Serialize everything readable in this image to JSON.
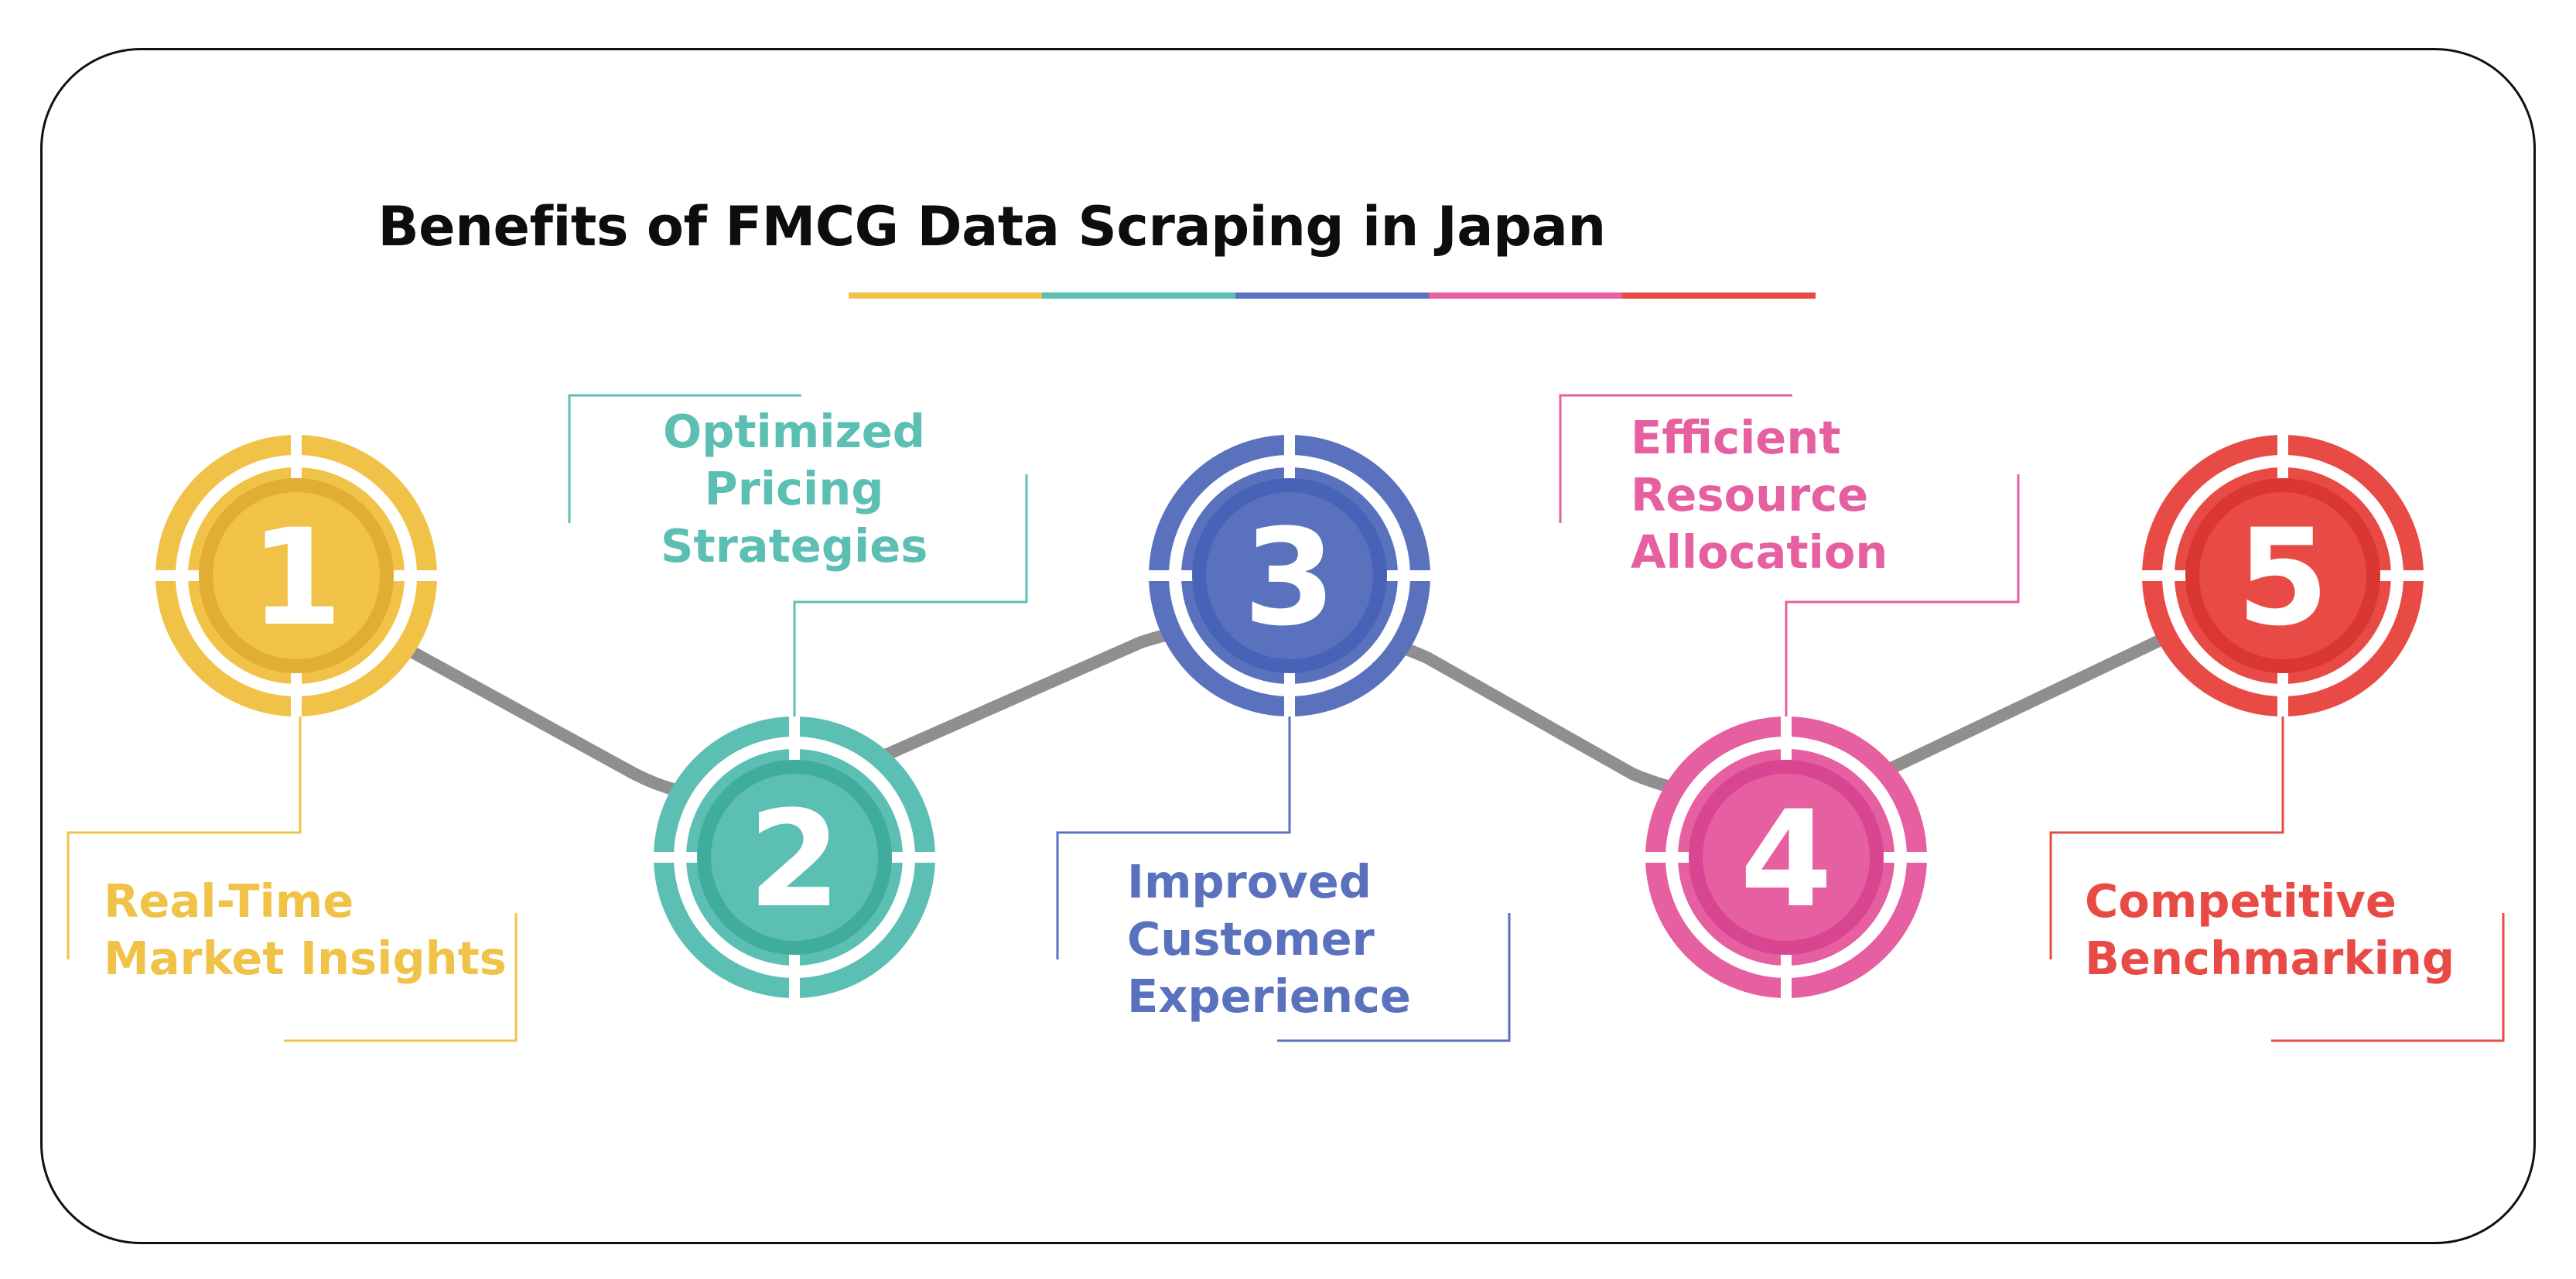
{
  "title": "Benefits of FMCG Data Scraping in Japan",
  "underline_colors": [
    "#f0c348",
    "#5cbfb3",
    "#5a72bd",
    "#e65fa0",
    "#e84b45"
  ],
  "connector_color": "#8f8f8f",
  "steps": [
    {
      "number": "1",
      "lines": [
        "Real-Time",
        "Market Insights"
      ],
      "color": "#f0c348",
      "inner_color": "#e1ad32"
    },
    {
      "number": "2",
      "lines": [
        "Optimized",
        "Pricing",
        "Strategies"
      ],
      "color": "#5cbfb3",
      "inner_color": "#3fac9e"
    },
    {
      "number": "3",
      "lines": [
        "Improved",
        "Customer",
        "Experience"
      ],
      "color": "#5a72bd",
      "inner_color": "#4663b8"
    },
    {
      "number": "4",
      "lines": [
        "Efficient",
        "Resource",
        "Allocation"
      ],
      "color": "#e65fa0",
      "inner_color": "#d84590"
    },
    {
      "number": "5",
      "lines": [
        "Competitive",
        "Benchmarking"
      ],
      "color": "#e84b45",
      "inner_color": "#da3632"
    }
  ]
}
